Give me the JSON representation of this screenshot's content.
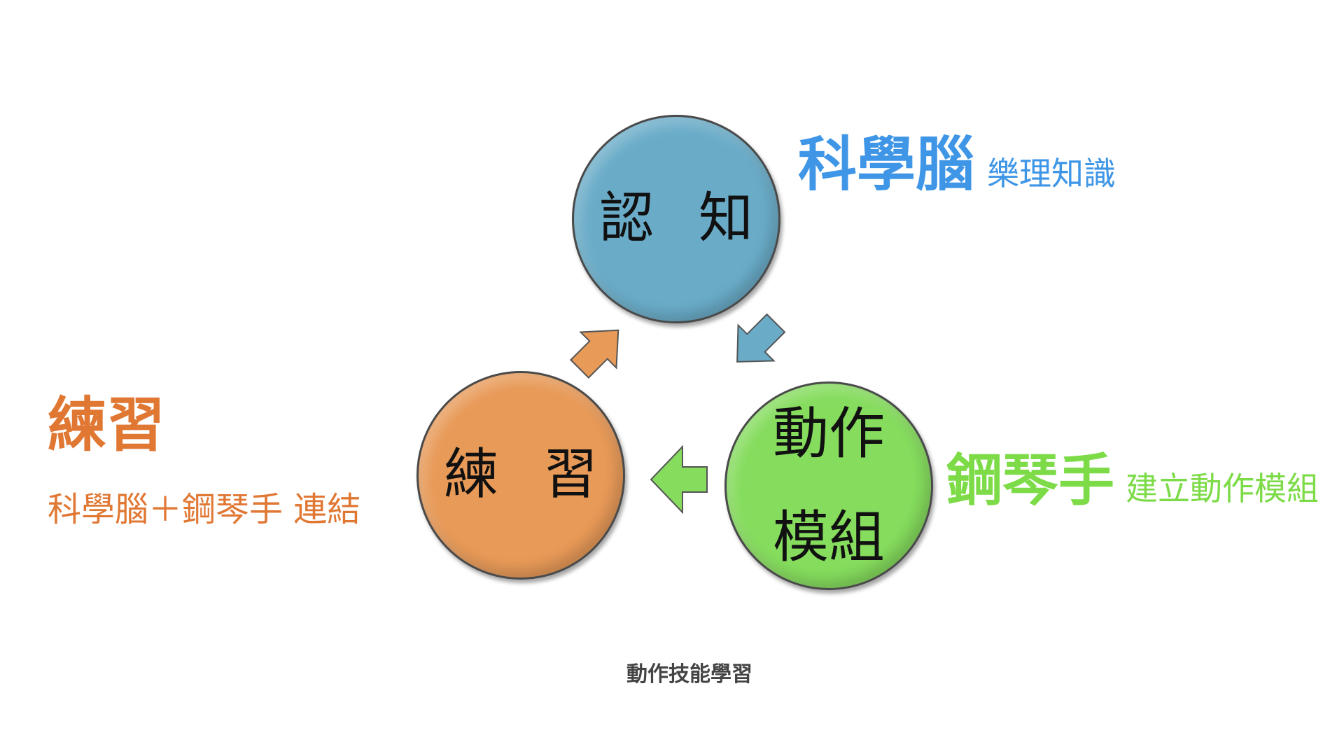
{
  "diagram": {
    "nodes": {
      "cognition": {
        "label": "認 知",
        "color": "#6aacc8"
      },
      "motor_module": {
        "label": "動作\n模組",
        "color": "#85dc5d"
      },
      "practice": {
        "label": "練 習",
        "color": "#e89a58"
      }
    },
    "arrows": [
      {
        "from": "cognition",
        "to": "motor_module",
        "color": "#6aacc8"
      },
      {
        "from": "motor_module",
        "to": "practice",
        "color": "#85dc5d"
      },
      {
        "from": "practice",
        "to": "cognition",
        "color": "#e89a58"
      }
    ]
  },
  "annotations": {
    "cognition": {
      "title": "科學腦",
      "subtitle": "樂理知識",
      "color": "#3f96e6"
    },
    "motor_module": {
      "title": "鋼琴手",
      "subtitle": "建立動作模組",
      "color": "#7cdb47"
    },
    "practice": {
      "title": "練習",
      "subtitle": "科學腦＋鋼琴手 連結",
      "color": "#e07834"
    }
  },
  "caption": "動作技能學習"
}
